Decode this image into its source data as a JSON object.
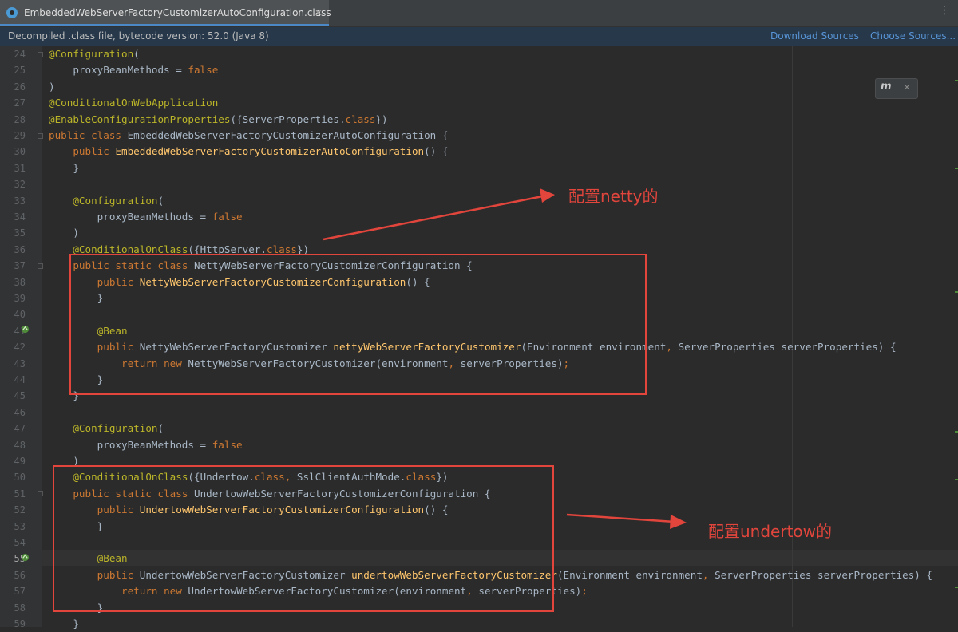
{
  "tab": {
    "title": "EmbeddedWebServerFactoryCustomizerAutoConfiguration.class",
    "close": "✕",
    "more": "⋮"
  },
  "banner": {
    "text": "Decompiled .class file, bytecode version: 52.0 (Java 8)",
    "download_sources": "Download Sources",
    "choose_sources": "Choose Sources..."
  },
  "hint": {
    "icon": "m",
    "close": "×"
  },
  "annotations": {
    "netty": "配置netty的",
    "undertow": "配置undertow的"
  },
  "lines": [
    {
      "n": "24",
      "html": "<span class=\"an\">@Configuration</span>("
    },
    {
      "n": "25",
      "html": "    proxyBeanMethods = <span class=\"kw\">false</span>"
    },
    {
      "n": "26",
      "html": ")"
    },
    {
      "n": "27",
      "html": "<span class=\"an\">@ConditionalOnWebApplication</span>"
    },
    {
      "n": "28",
      "html": "<span class=\"an\">@EnableConfigurationProperties</span>({ServerProperties.<span class=\"kw\">class</span>})"
    },
    {
      "n": "29",
      "html": "<span class=\"kw\">public class</span> EmbeddedWebServerFactoryCustomizerAutoConfiguration {"
    },
    {
      "n": "30",
      "html": "    <span class=\"kw\">public</span> <span class=\"fn\">EmbeddedWebServerFactoryCustomizerAutoConfiguration</span>() {"
    },
    {
      "n": "31",
      "html": "    }"
    },
    {
      "n": "32",
      "html": ""
    },
    {
      "n": "33",
      "html": "    <span class=\"an\">@Configuration</span>("
    },
    {
      "n": "34",
      "html": "        proxyBeanMethods = <span class=\"kw\">false</span>"
    },
    {
      "n": "35",
      "html": "    )"
    },
    {
      "n": "36",
      "html": "    <span class=\"an\">@ConditionalOnClass</span>({HttpServer.<span class=\"kw\">class</span>})"
    },
    {
      "n": "37",
      "html": "    <span class=\"kw\">public static class</span> NettyWebServerFactoryCustomizerConfiguration {"
    },
    {
      "n": "38",
      "html": "        <span class=\"kw\">public</span> <span class=\"fn\">NettyWebServerFactoryCustomizerConfiguration</span>() {"
    },
    {
      "n": "39",
      "html": "        }"
    },
    {
      "n": "40",
      "html": ""
    },
    {
      "n": "41",
      "html": "        <span class=\"an\">@Bean</span>"
    },
    {
      "n": "42",
      "html": "        <span class=\"kw\">public</span> NettyWebServerFactoryCustomizer <span class=\"fn\">nettyWebServerFactoryCustomizer</span>(Environment environment<span class=\"kw\">,</span> ServerProperties serverProperties) {"
    },
    {
      "n": "43",
      "html": "            <span class=\"kw\">return new</span> NettyWebServerFactoryCustomizer(environment<span class=\"kw\">,</span> serverProperties)<span class=\"kw\">;</span>"
    },
    {
      "n": "44",
      "html": "        }"
    },
    {
      "n": "45",
      "html": "    }"
    },
    {
      "n": "46",
      "html": ""
    },
    {
      "n": "47",
      "html": "    <span class=\"an\">@Configuration</span>("
    },
    {
      "n": "48",
      "html": "        proxyBeanMethods = <span class=\"kw\">false</span>"
    },
    {
      "n": "49",
      "html": "    )"
    },
    {
      "n": "50",
      "html": "    <span class=\"an\">@ConditionalOnClass</span>({Undertow.<span class=\"kw\">class</span><span class=\"kw\">,</span> SslClientAuthMode.<span class=\"kw\">class</span>})"
    },
    {
      "n": "51",
      "html": "    <span class=\"kw\">public static class</span> UndertowWebServerFactoryCustomizerConfiguration {"
    },
    {
      "n": "52",
      "html": "        <span class=\"kw\">public</span> <span class=\"fn\">UndertowWebServerFactoryCustomizerConfiguration</span>() {"
    },
    {
      "n": "53",
      "html": "        }"
    },
    {
      "n": "54",
      "html": ""
    },
    {
      "n": "55",
      "html": "        <span class=\"an\">@Bean</span>"
    },
    {
      "n": "56",
      "html": "        <span class=\"kw\">public</span> UndertowWebServerFactoryCustomizer <span class=\"fn\">undertowWebServerFactoryCustomizer</span>(Environment environment<span class=\"kw\">,</span> ServerProperties serverProperties) {"
    },
    {
      "n": "57",
      "html": "            <span class=\"kw\">return new</span> UndertowWebServerFactoryCustomizer(environment<span class=\"kw\">,</span> serverProperties)<span class=\"kw\">;</span>"
    },
    {
      "n": "58",
      "html": "        }"
    },
    {
      "n": "59",
      "html": "    }"
    }
  ]
}
